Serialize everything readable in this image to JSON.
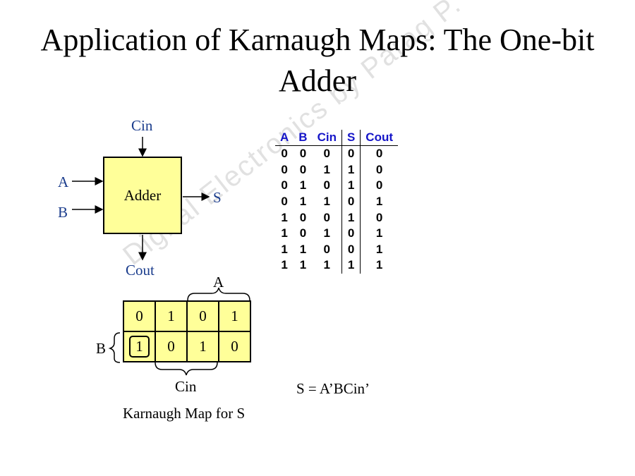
{
  "title": "Application of Karnaugh Maps: The One-bit Adder",
  "adder": {
    "block_label": "Adder",
    "input_cin": "Cin",
    "input_a": "A",
    "input_b": "B",
    "output_s": "S",
    "output_cout": "Cout"
  },
  "truth_table": {
    "headers": [
      "A",
      "B",
      "Cin",
      "S",
      "Cout"
    ],
    "rows": [
      [
        "0",
        "0",
        "0",
        "0",
        "0"
      ],
      [
        "0",
        "0",
        "1",
        "1",
        "0"
      ],
      [
        "0",
        "1",
        "0",
        "1",
        "0"
      ],
      [
        "0",
        "1",
        "1",
        "0",
        "1"
      ],
      [
        "1",
        "0",
        "0",
        "1",
        "0"
      ],
      [
        "1",
        "0",
        "1",
        "0",
        "1"
      ],
      [
        "1",
        "1",
        "0",
        "0",
        "1"
      ],
      [
        "1",
        "1",
        "1",
        "1",
        "1"
      ]
    ]
  },
  "kmap": {
    "label_a": "A",
    "label_b": "B",
    "label_cin": "Cin",
    "rows": [
      [
        "0",
        "1",
        "0",
        "1"
      ],
      [
        "1",
        "0",
        "1",
        "0"
      ]
    ],
    "caption": "Karnaugh Map for S"
  },
  "equation": "S = A’BCin’",
  "watermark": "Digital Electronics by Parag P."
}
